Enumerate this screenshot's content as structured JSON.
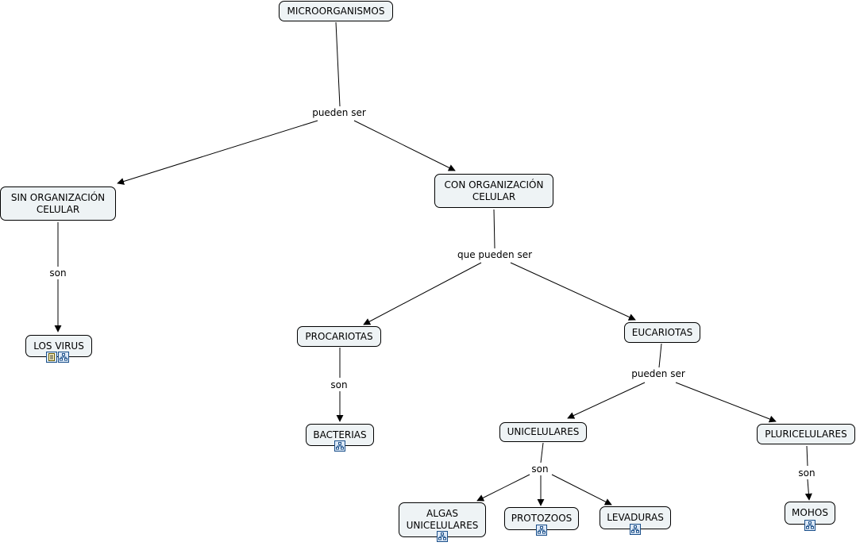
{
  "concepts": {
    "microorganismos": "MICROORGANISMOS",
    "sin_organizacion": "SIN ORGANIZACIÓN CELULAR",
    "con_organizacion": "CON ORGANIZACIÓN CELULAR",
    "los_virus": "LOS VIRUS",
    "procariotas": "PROCARIOTAS",
    "eucariotas": "EUCARIOTAS",
    "bacterias": "BACTERIAS",
    "unicelulares": "UNICELULARES",
    "pluricelulares": "PLURICELULARES",
    "algas": "ALGAS UNICELULARES",
    "protozoos": "PROTOZOOS",
    "levaduras": "LEVADURAS",
    "mohos": "MOHOS"
  },
  "links": {
    "pueden_ser_1": "pueden ser",
    "son_virus": "son",
    "que_pueden_ser": "que pueden ser",
    "son_bacterias": "son",
    "pueden_ser_2": "pueden ser",
    "son_unicelulares": "son",
    "son_mohos": "son"
  },
  "icons": {
    "document": "document-icon",
    "submap": "concept-map-icon"
  },
  "colors": {
    "node_fill": "#eef3f5",
    "node_border": "#000000",
    "icon_border": "#1a4f8a",
    "icon_fill": "#dce8f6"
  }
}
